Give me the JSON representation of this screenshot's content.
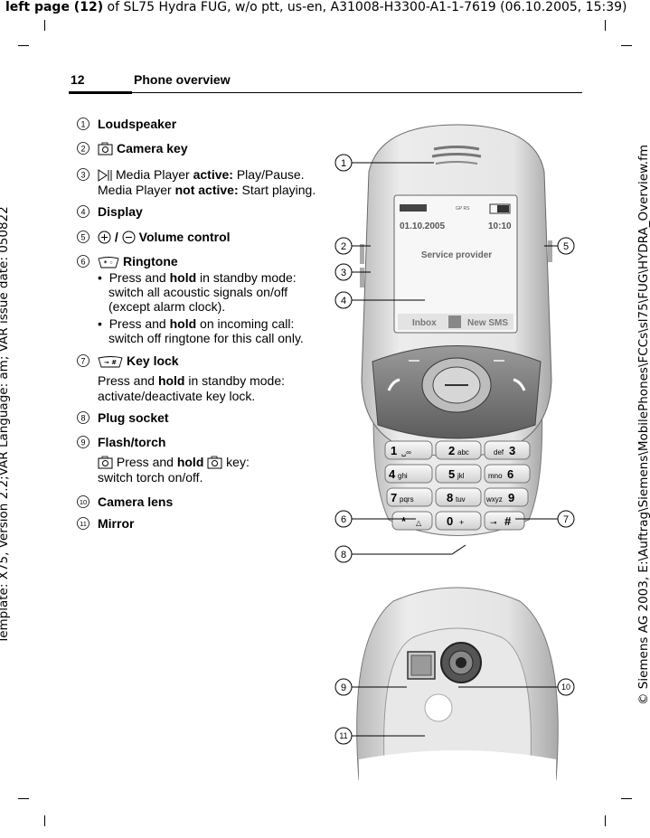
{
  "top_line": {
    "bold_part": "left page (12)",
    "rest": " of SL75 Hydra FUG, w/o ptt, us-en, A31008-H3300-A1-1-7619 (06.10.2005, 15:39)"
  },
  "side_left": "Template: X75, Version 2.2;VAR Language: am; VAR issue date: 050822",
  "side_right": "© Siemens AG 2003, E:\\Auftrag\\Siemens\\MobilePhones\\FCCs\\sl75\\FUG\\HYDRA_Overview.fm",
  "header": {
    "page_number": "12",
    "title": "Phone overview"
  },
  "items": [
    {
      "n": "1",
      "label": "Loudspeaker"
    },
    {
      "n": "2",
      "icon": "camera-icon",
      "label": "Camera key"
    },
    {
      "n": "3",
      "icon": "play-pause-icon",
      "line1a": "Media Player ",
      "line1b": "active:",
      "line1c": " Play/Pause.",
      "line2a": "Media Player ",
      "line2b": "not active:",
      "line2c": " Start playing."
    },
    {
      "n": "4",
      "label": "Display"
    },
    {
      "n": "5",
      "label_a": " / ",
      "label_b": "Volume control"
    },
    {
      "n": "6",
      "icon": "ringtone-key-icon",
      "label": "Ringtone",
      "b1l1a": "Press and ",
      "b1l1b": "hold",
      "b1l1c": " in standby mode:",
      "b1l2": "switch all acoustic signals on/off",
      "b1l3": "(except alarm clock).",
      "b2l1a": "Press and ",
      "b2l1b": "hold",
      "b2l1c": " on incoming call:",
      "b2l2": "switch off ringtone for this call only."
    },
    {
      "n": "7",
      "icon": "key-lock-icon",
      "label": "Key lock",
      "l1a": "Press and ",
      "l1b": "hold",
      "l1c": " in standby mode:",
      "l2": "activate/deactivate key lock."
    },
    {
      "n": "8",
      "label": "Plug socket"
    },
    {
      "n": "9",
      "label": "Flash/torch",
      "l1a": " Press and ",
      "l1b": "hold",
      "l1c": " key:",
      "l2": "switch torch on/off."
    },
    {
      "n": "10",
      "label": "Camera lens"
    },
    {
      "n": "11",
      "label": "Mirror"
    }
  ],
  "phone": {
    "status_date": "01.10.2005",
    "status_time": "10:10",
    "gprs": "GP RS",
    "provider": "Service provider",
    "softkey_left": "Inbox",
    "softkey_right": "New SMS",
    "keys": [
      {
        "digit": "1",
        "letters": "␣∞"
      },
      {
        "digit": "2",
        "letters": "abc"
      },
      {
        "digit": "3",
        "letters": "def"
      },
      {
        "digit": "4",
        "letters": "ghi"
      },
      {
        "digit": "5",
        "letters": "jkl"
      },
      {
        "digit": "6",
        "letters": "mno"
      },
      {
        "digit": "7",
        "letters": "pqrs"
      },
      {
        "digit": "8",
        "letters": "tuv"
      },
      {
        "digit": "9",
        "letters": "wxyz"
      },
      {
        "digit": "*",
        "letters": "△"
      },
      {
        "digit": "0",
        "letters": "+"
      },
      {
        "digit": "#",
        "letters": "⊸"
      }
    ]
  },
  "callouts": [
    "1",
    "2",
    "3",
    "4",
    "5",
    "6",
    "7",
    "8",
    "9",
    "10",
    "11"
  ]
}
